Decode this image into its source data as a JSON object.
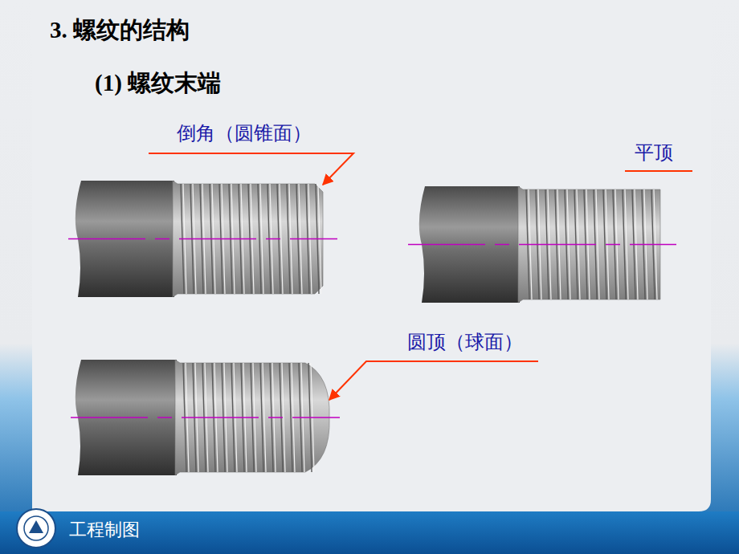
{
  "diagram": {
    "title": "3. 螺纹的结构",
    "labels": [
      "(1) 螺纹末端",
      "倒角（圆锥面）",
      "平顶",
      "圆顶（球面）",
      "工程制图"
    ]
  }
}
